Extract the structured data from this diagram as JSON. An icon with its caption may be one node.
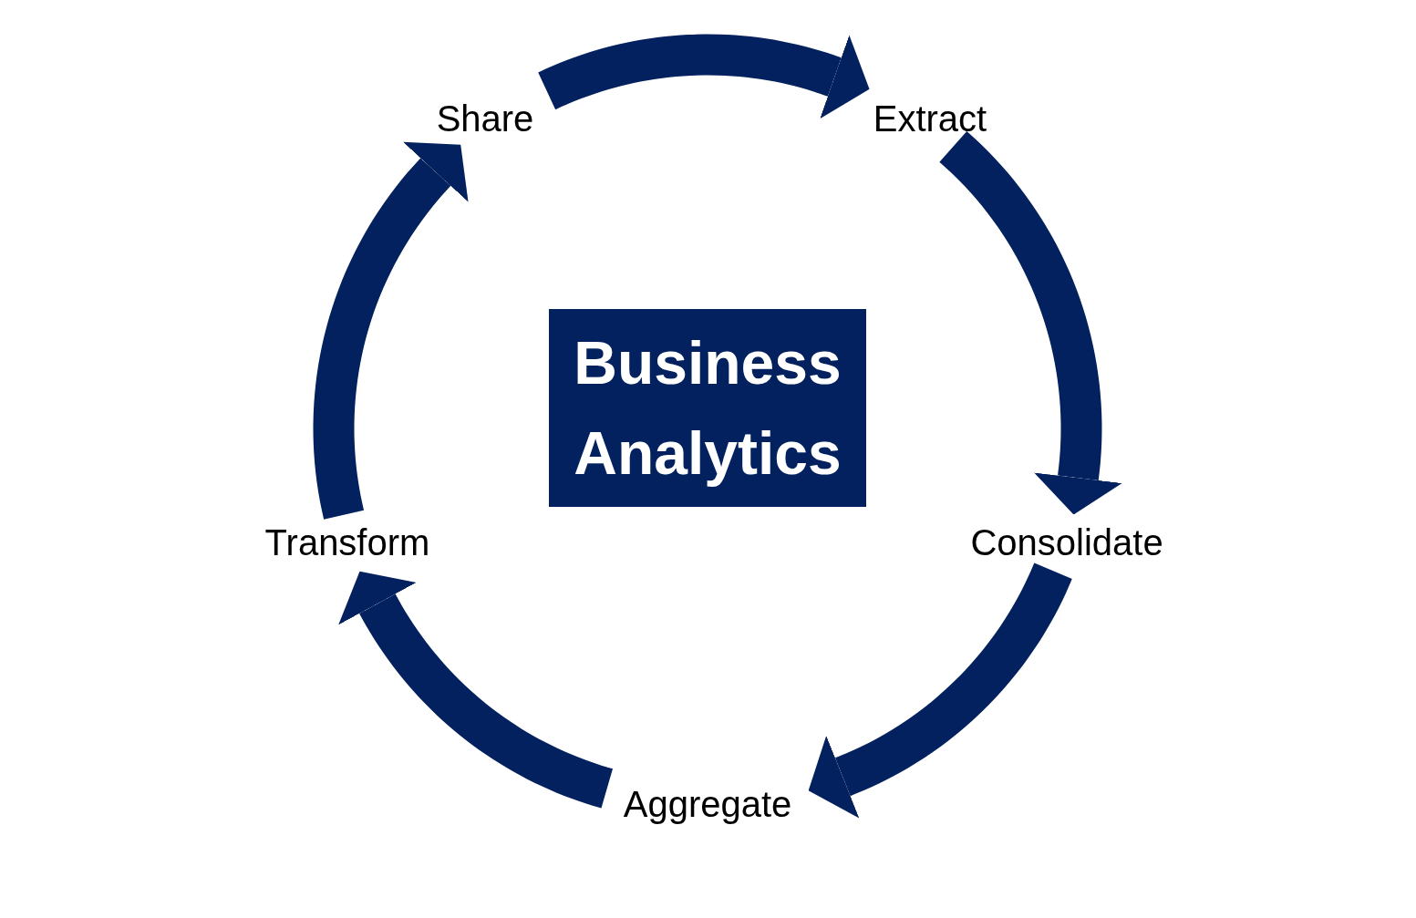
{
  "diagram": {
    "nodes": [
      {
        "text": [
          "Share"
        ]
      },
      {
        "text": [
          "Extract"
        ]
      },
      {
        "text": [
          "Business Analytics"
        ]
      },
      {
        "text": [
          "Transform"
        ]
      },
      {
        "text": [
          "Consolidate"
        ]
      },
      {
        "text": [
          "Aggregate"
        ]
      }
    ],
    "edges": [
      {
        "from": 0,
        "to": 1,
        "arrow": "to"
      },
      {
        "from": 1,
        "to": 4,
        "arrow": "to"
      },
      {
        "from": 4,
        "to": 5,
        "arrow": "to"
      },
      {
        "from": 5,
        "to": 3,
        "arrow": "to"
      },
      {
        "from": 3,
        "to": 0,
        "arrow": "to"
      }
    ]
  }
}
